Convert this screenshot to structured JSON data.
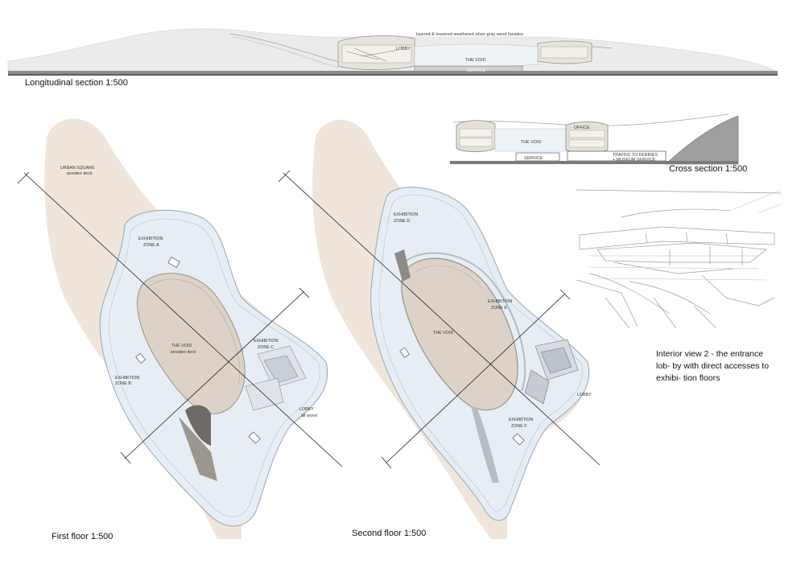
{
  "sections": {
    "longitudinal": {
      "caption": "Longitudinal section 1:500",
      "facade_note": "layered & louvered weathered silver-gray wood facades",
      "lobby": "LOBBY",
      "void": "THE VOID",
      "service": "SERVICE"
    },
    "cross": {
      "caption": "Cross section 1:500",
      "office": "OFFICE",
      "void": "THE VOID",
      "service": "SERVICE",
      "traffic_line1": "TRAFFIC TO FERRIES",
      "traffic_line2": "+ MUSEUM SERVICE"
    }
  },
  "plans": {
    "first": {
      "caption": "First floor 1:500",
      "urban_square": "URBAN SQUARE",
      "urban_square_sub": "wooden deck",
      "zone_a_1": "EXHIBITION",
      "zone_a_2": "ZONE A",
      "void": "THE VOID",
      "void_sub": "wooden deck",
      "zone_b_1": "EXHIBITION",
      "zone_b_2": "ZONE B",
      "zone_c_1": "EXHIBITION",
      "zone_c_2": "ZONE C",
      "lobby": "LOBBY",
      "lobby_sub": "all wood"
    },
    "second": {
      "caption": "Second floor 1:500",
      "zone_d_1": "EXHIBITION",
      "zone_d_2": "ZONE D",
      "void": "THE VOID",
      "zone_e_1": "EXHIBITION",
      "zone_e_2": "ZONE E",
      "zone_f_1": "EXHIBITION",
      "zone_f_2": "ZONE F",
      "lobby": "LOBBY"
    }
  },
  "interior": {
    "caption": "Interior view 2 - the entrance lob- by with direct accesses to exhibi- tion floors"
  },
  "colors": {
    "land": "#efe5db",
    "building": "#e6edf4",
    "void": "#ddd2c8",
    "line": "#222222"
  }
}
